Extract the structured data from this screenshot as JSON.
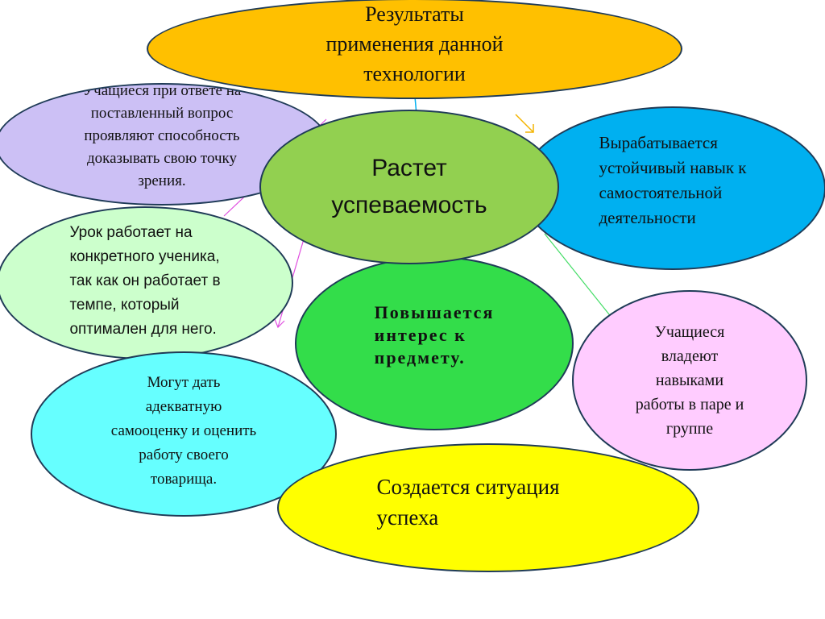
{
  "diagram": {
    "top": {
      "text": "Результаты\nприменения данной\nтехнологии",
      "color": "#FFC000"
    },
    "center": {
      "text": "Растет\nуспеваемость",
      "color": "#92D050"
    },
    "interest": {
      "text": "Повышается\nинтерес к\nпредмету.",
      "color": "#33DD4A"
    },
    "argue": {
      "text": "Учащиеся при ответе  на\nпоставленный вопрос\nпроявляют способность\nдоказывать свою точку\nзрения.",
      "color": "#CCC0F5"
    },
    "skill": {
      "text": "Вырабатывается\nустойчивый навык к\nсамостоятельной\nдеятельности",
      "color": "#00B0F0"
    },
    "pace": {
      "text": "Урок работает на\nконкретного ученика,\nтак как он работает в\nтемпе, который\nоптимален для него.",
      "color": "#CCFFCC"
    },
    "selfeval": {
      "text": "Могут дать\nадекватную\nсамооценку и оценить\nработу своего\nтоварища.",
      "color": "#66FFFF"
    },
    "pair": {
      "text": "Учащиеся\nвладеют\nнавыками\nработы в паре и\nгруппе",
      "color": "#FFCCFF"
    },
    "success": {
      "text": "Создается ситуация\nуспеха",
      "color": "#FFFF00"
    }
  }
}
